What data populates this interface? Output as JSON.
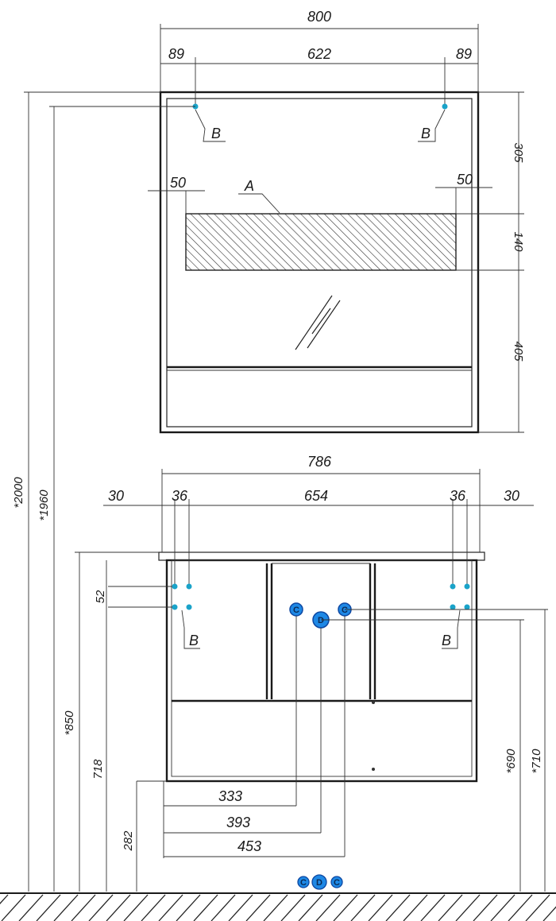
{
  "mirror": {
    "width_total": "800",
    "side_left": "89",
    "center": "622",
    "side_right": "89",
    "offset_left": "50",
    "offset_right": "50",
    "label_a": "A",
    "label_b_left": "B",
    "label_b_right": "B",
    "h_top": "305",
    "h_panel": "140",
    "h_bottom": "405"
  },
  "cabinet": {
    "width_total": "786",
    "outer_left": "30",
    "side_left": "36",
    "center": "654",
    "side_right": "36",
    "outer_right": "30",
    "spacing": "52",
    "label_b_left": "B",
    "label_b_right": "B",
    "dim_333": "333",
    "dim_393": "393",
    "dim_453": "453"
  },
  "heights": {
    "h2000": "*2000",
    "h1960": "*1960",
    "h850": "*850",
    "h718": "718",
    "h282": "282",
    "h690": "*690",
    "h710": "*710"
  },
  "markers": {
    "c": "C",
    "d": "D",
    "colors": {
      "fill": "#1e88e5",
      "ring": "#0d47a1",
      "dot": "#1aa3c9"
    }
  }
}
